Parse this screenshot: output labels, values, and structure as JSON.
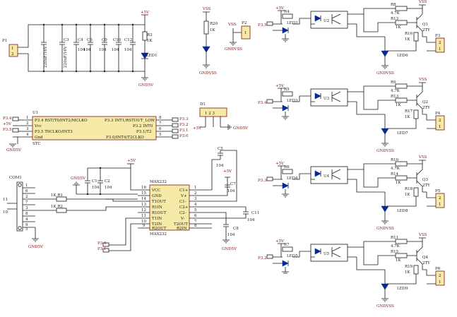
{
  "power_top": {
    "vcc_label": "+5V",
    "gnd_label": "GND5V",
    "p1_label": "P1",
    "p1_pins": [
      "1",
      "2"
    ],
    "c_big": [
      "220uF/16V",
      "220uF/16V"
    ],
    "caps": [
      "C3",
      "C4",
      "C6",
      "C9",
      "C10",
      "C12"
    ],
    "cap_vals": [
      "104",
      "104",
      "104",
      "104",
      "104",
      "104"
    ],
    "r_label": "R3",
    "r_val": "1K",
    "led_label": "LED1"
  },
  "led_r20": {
    "vss": "VSS",
    "r_label": "R20",
    "r_val": "1K",
    "gnd": "GNDVSS"
  },
  "p2": {
    "vss": "VSS",
    "label": "P2",
    "pin": "1",
    "gnd": "GNDVSS"
  },
  "mcu": {
    "label": "U1",
    "pins_left": [
      "P3.4 RST/T0/INT2/MCLKO",
      "Vcc",
      "P3.5 T0CLKO/INT3",
      "Gnd"
    ],
    "pins_right": [
      "P3.3 INT1/RSTOUT_LOW",
      "P3.2 INT0",
      "P3.1/T2",
      "P3.0/INT4/T2CLKO"
    ],
    "nums_left": [
      "1",
      "2",
      "3",
      "4"
    ],
    "nums_right": [
      "8",
      "7",
      "6",
      "5"
    ],
    "pin_left_net": "P3.4",
    "pin_left_net2": "P3.5",
    "nets_right": [
      "P3.3",
      "P3.2",
      "P3.1",
      "P3.0"
    ],
    "part": "STC",
    "vcc": "+5V",
    "gnd": "GND5V"
  },
  "d1": {
    "label": "D1",
    "vcc": "+5V",
    "gnd": "GND5V"
  },
  "max232": {
    "label": "MAX232",
    "footer": "MAX232",
    "left_pins": [
      "VCC",
      "GND",
      "T1OUT",
      "R1IN",
      "R1OUT",
      "T1IN",
      "T2IN",
      "R2OUT"
    ],
    "right_pins": [
      "C1+",
      "V+",
      "C1-",
      "C2+",
      "C2-",
      "V-",
      "T2OUT",
      "R2IN"
    ],
    "left_nums": [
      "16",
      "15",
      "14",
      "13",
      "12",
      "11",
      "10",
      "9"
    ],
    "right_nums": [
      "1",
      "2",
      "3",
      "4",
      "5",
      "6",
      "7",
      "8"
    ],
    "caps": [
      "C1",
      "C2",
      "C5",
      "C7",
      "C8",
      "C11"
    ],
    "cap_vals": [
      "104",
      "104",
      "104",
      "104",
      "104",
      "104"
    ],
    "vcc": "+5V",
    "gnd": "GND5V",
    "nets": [
      "P3.0",
      "P3.1"
    ]
  },
  "com": {
    "label": "COM1",
    "pins": [
      "1",
      "6",
      "2",
      "7",
      "3",
      "8",
      "4",
      "9",
      "5"
    ],
    "side_nums": [
      "11",
      "10"
    ],
    "r1": "1K R1",
    "r2": "1K R2",
    "gnd": "GND5V"
  },
  "channels": [
    {
      "net": "P3.5",
      "r_in": "R4",
      "opto": "U2",
      "led": "LED2",
      "r_a": "R8",
      "r_a_val": "4.7K",
      "r_b": "R13",
      "r_b_val": "1K",
      "q": "Q1",
      "q_val": "2TY",
      "r_c": "R16",
      "r_c_val": "1K",
      "led_out": "LED6",
      "conn": "P3",
      "gnd": "GNDVSS",
      "vss": "VSS"
    },
    {
      "net": "P3.4",
      "r_in": "R5",
      "opto": "U3",
      "led": "LED3",
      "r_a": "R9",
      "r_a_val": "4.7K",
      "r_b": "R13",
      "r_b_val": "1K",
      "q": "Q2",
      "q_val": "2TY",
      "r_c": "R17",
      "r_c_val": "1K",
      "led_out": "LED7",
      "conn": "P4",
      "gnd": "GNDVSS",
      "vss": "VSS"
    },
    {
      "net": "P3.3",
      "r_in": "R6",
      "opto": "U4",
      "led": "LED4",
      "r_a": "R10",
      "r_a_val": "4.7K",
      "r_b": "R14",
      "r_b_val": "1K",
      "q": "Q3",
      "q_val": "2TY",
      "r_c": "R18",
      "r_c_val": "1K",
      "led_out": "LED8",
      "conn": "P5",
      "gnd": "GNDVSS",
      "vss": "VSS"
    },
    {
      "net": "P3.2",
      "r_in": "R7",
      "opto": "U5",
      "led": "LED5",
      "r_a": "R11",
      "r_a_val": "4.7K",
      "r_b": "R15",
      "r_b_val": "1K",
      "q": "Q4",
      "q_val": "2TY",
      "r_c": "R19",
      "r_c_val": "1K",
      "led_out": "LED9",
      "conn": "P6",
      "gnd": "GNDVSS",
      "vss": "VSS"
    }
  ]
}
